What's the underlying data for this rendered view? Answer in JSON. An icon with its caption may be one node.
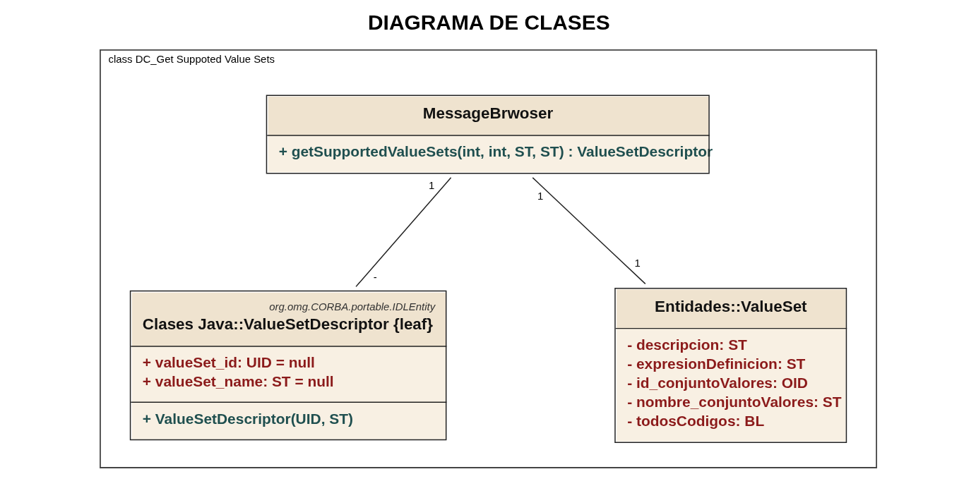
{
  "diagram": {
    "title": "DIAGRAMA DE CLASES",
    "nodes": [
      {
        "text": [
          "class DC_Get Suppoted Value Sets"
        ]
      },
      {
        "text": [
          "MessageBrwoser",
          "+ getSupportedValueSets(int, int, ST, ST) : ValueSetDescriptor"
        ],
        "in": 0
      },
      {
        "text": [
          "org.omg.CORBA.portable.IDLEntity",
          "Clases Java::ValueSetDescriptor {leaf}",
          "+ valueSet_id: UID = null",
          "+ valueSet_name: ST = null",
          "+ ValueSetDescriptor(UID, ST)"
        ],
        "in": 0
      },
      {
        "text": [
          "Entidades::ValueSet",
          "- descripcion: ST",
          "- expresionDefinicion: ST",
          "- id_conjuntoValores: OID",
          "- nombre_conjuntoValores: ST",
          "- todosCodigos: BL"
        ],
        "in": 0
      }
    ],
    "edges": [
      {
        "from": 1,
        "to": 2,
        "arrow": "none"
      },
      {
        "from": 1,
        "to": 3,
        "arrow": "none"
      }
    ],
    "labels": [
      "1",
      "-",
      "1",
      "1"
    ]
  }
}
